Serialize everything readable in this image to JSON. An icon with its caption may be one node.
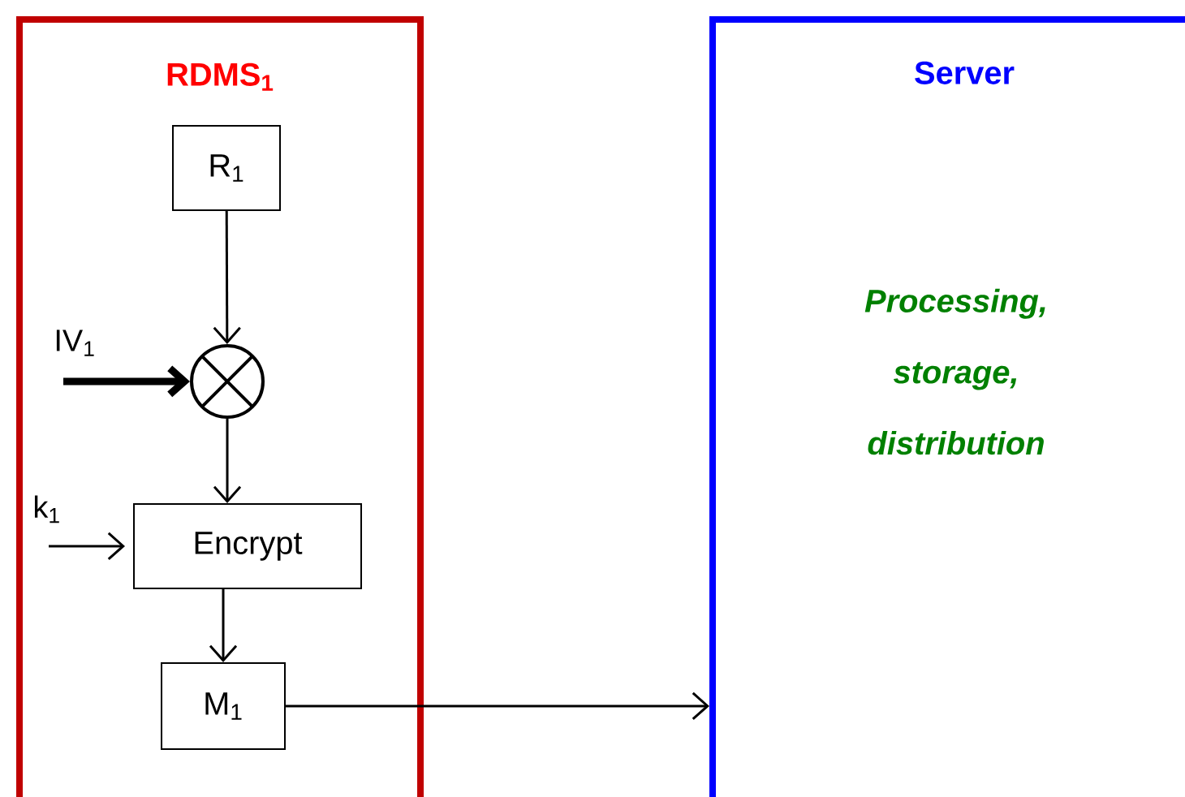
{
  "diagram": {
    "nodes": [
      {
        "text": [
          "RDMS$_{1}$"
        ]
      },
      {
        "text": [
          "R$_{1}$"
        ],
        "in": 0
      },
      {
        "text": [
          "IV$_{1}$"
        ],
        "in": 0
      },
      {
        "text": [],
        "shape": "circle",
        "in": 0
      },
      {
        "text": [
          "k$_{1}$"
        ],
        "in": 0
      },
      {
        "text": [
          "Encrypt"
        ],
        "in": 0
      },
      {
        "text": [
          "M$_{1}$"
        ],
        "in": 0
      },
      {
        "text": [
          "Server",
          "Processing, storage, distribution"
        ]
      }
    ],
    "edges": [
      {
        "from": 1,
        "to": 3,
        "arrow": "to"
      },
      {
        "from": 2,
        "to": 3,
        "arrow": "to",
        "style": "thick"
      },
      {
        "from": 3,
        "to": 5,
        "arrow": "to"
      },
      {
        "from": 4,
        "to": 5,
        "arrow": "to"
      },
      {
        "from": 5,
        "to": 6,
        "arrow": "to"
      },
      {
        "from": 6,
        "to": 7,
        "arrow": "to"
      }
    ]
  }
}
